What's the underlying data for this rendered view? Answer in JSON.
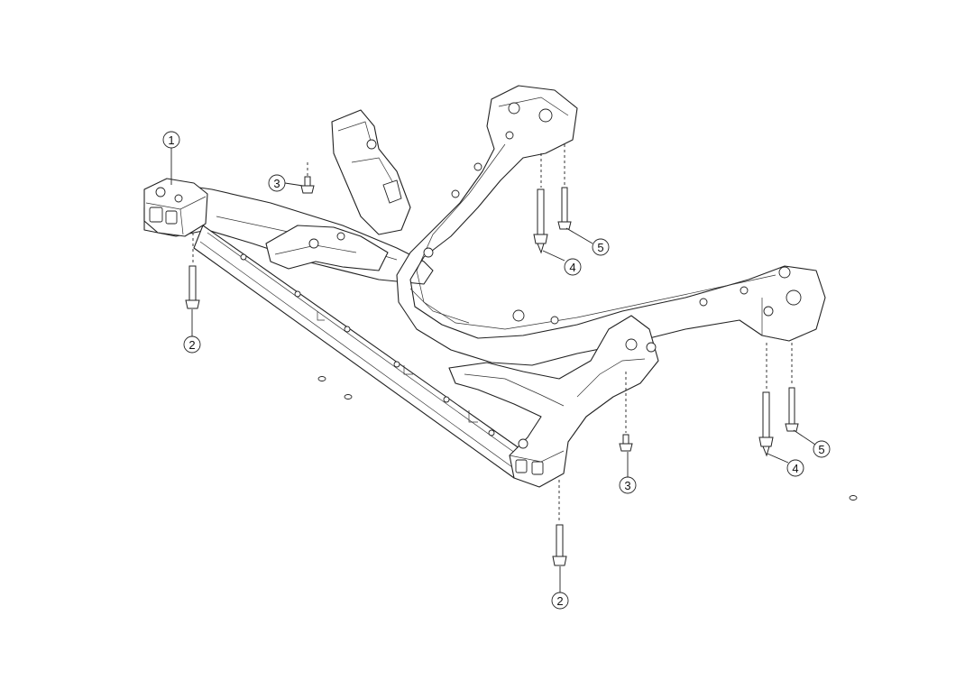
{
  "diagram": {
    "callouts": [
      {
        "id": "c1",
        "label": "1"
      },
      {
        "id": "c2a",
        "label": "2"
      },
      {
        "id": "c2b",
        "label": "2"
      },
      {
        "id": "c3a",
        "label": "3"
      },
      {
        "id": "c3b",
        "label": "3"
      },
      {
        "id": "c4a",
        "label": "4"
      },
      {
        "id": "c4b",
        "label": "4"
      },
      {
        "id": "c5a",
        "label": "5"
      },
      {
        "id": "c5b",
        "label": "5"
      }
    ]
  }
}
